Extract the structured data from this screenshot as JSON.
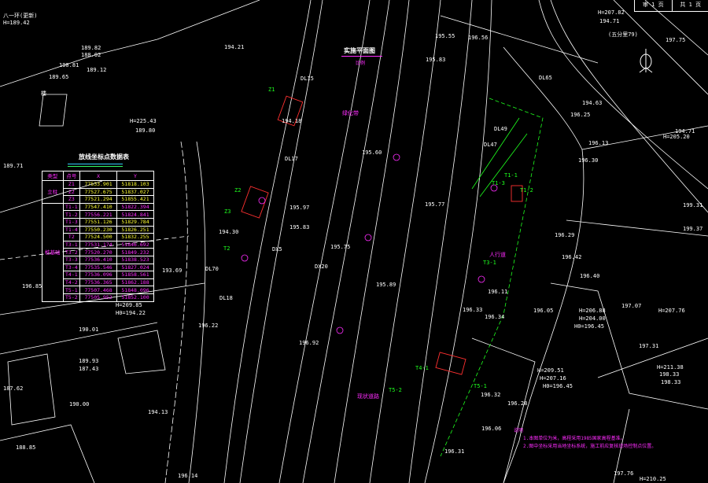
{
  "title_block": {
    "left": "审 1 页",
    "right": "共 1 页"
  },
  "scope": {
    "title": "实施平面图",
    "subtitle": "比例"
  },
  "table": {
    "title": "放线坐标点数据表",
    "headers": [
      "类型",
      "点号",
      "X",
      "Y"
    ],
    "groups": [
      {
        "label": "立柱",
        "rows": 3
      },
      {
        "label": "桩基础",
        "rows": 13
      }
    ],
    "rows": [
      {
        "pt": "Z1",
        "x": "77533.901",
        "y": "51818.103",
        "xc": "#ffff30",
        "yc": "#ffff30"
      },
      {
        "pt": "Z2",
        "x": "77527.675",
        "y": "51837.027",
        "xc": "#ffff30",
        "yc": "#ffff30"
      },
      {
        "pt": "Z3",
        "x": "77521.294",
        "y": "51855.421",
        "xc": "#ffff30",
        "yc": "#ffff30"
      },
      {
        "pt": "T1-1",
        "x": "77547.410",
        "y": "51822.394",
        "xc": "#ffff30",
        "yc": "#ff2cff"
      },
      {
        "pt": "T1-2",
        "x": "77556.221",
        "y": "51824.841",
        "xc": "#ff2cff",
        "yc": "#ff2cff"
      },
      {
        "pt": "T1-3",
        "x": "77551.126",
        "y": "51829.784",
        "xc": "#ffff30",
        "yc": "#ffff30"
      },
      {
        "pt": "T1-4",
        "x": "77550.230",
        "y": "51826.251",
        "xc": "#ffff30",
        "yc": "#ffff30"
      },
      {
        "pt": "T2",
        "x": "77524.500",
        "y": "51832.255",
        "xc": "#ffff30",
        "yc": "#ffff30"
      },
      {
        "pt": "T3-1",
        "x": "77531.174",
        "y": "51846.692",
        "xc": "#ff2cff",
        "yc": "#ff2cff"
      },
      {
        "pt": "T3-2",
        "x": "77520.270",
        "y": "51849.232",
        "xc": "#ff2cff",
        "yc": "#ff2cff"
      },
      {
        "pt": "T3-3",
        "x": "77536.410",
        "y": "51838.523",
        "xc": "#ff2cff",
        "yc": "#ff2cff"
      },
      {
        "pt": "T3-4",
        "x": "77535.546",
        "y": "51827.024",
        "xc": "#ff2cff",
        "yc": "#ff2cff"
      },
      {
        "pt": "T4-1",
        "x": "77536.096",
        "y": "51858.561",
        "xc": "#ff2cff",
        "yc": "#ff2cff"
      },
      {
        "pt": "T4-2",
        "x": "77536.365",
        "y": "51862.188",
        "xc": "#ff2cff",
        "yc": "#ff2cff"
      },
      {
        "pt": "T5-1",
        "x": "77507.468",
        "y": "51848.096",
        "xc": "#ff2cff",
        "yc": "#ff2cff"
      },
      {
        "pt": "T5-2",
        "x": "77505.952",
        "y": "51852.100",
        "xc": "#ff2cff",
        "yc": "#ff2cff"
      }
    ]
  },
  "notes": {
    "heading": "说明",
    "items": [
      "1.本图单位为米，高程采用1985国家高程基准。",
      "2.图中坐标采用当地坐标系统，施工前应复核现场控制点位置。"
    ]
  },
  "map_labels": [
    "八一环(更新)",
    "H=189.42",
    "189.82",
    "188.02",
    "190.81",
    "189.65",
    "189.12",
    "楼",
    "H=225.43",
    "189.80",
    "189.71",
    "194.21",
    "194.18",
    "194.30",
    "195.97",
    "195.83",
    "195.75",
    "195.60",
    "195.89",
    "196.56",
    "195.55",
    "195.83",
    "195.77",
    "196.13",
    "196.25",
    "196.30",
    "196.29",
    "196.42",
    "196.40",
    "196.11",
    "196.05",
    "196.34",
    "196.33",
    "196.32",
    "196.28",
    "196.31",
    "196.06",
    "197.07",
    "197.31",
    "198.33",
    "H=206.88",
    "H=204.00",
    "H0=196.45",
    "H=209.51",
    "H=207.16",
    "H0=196.45",
    "H=207.76",
    "H=211.38",
    "198.33",
    "H=207.82",
    "194.71",
    "(五分里79)",
    "197.75",
    "194.63",
    "194.71",
    "H=205.20",
    "199.31",
    "199.37",
    "H=209.85",
    "H0=194.22",
    "190.01",
    "189.93",
    "187.43",
    "187.62",
    "190.00",
    "188.85",
    "196.85",
    "196.14",
    "194.13",
    "193.69",
    "196.22",
    "196.92",
    "197.76",
    "H=210.25",
    "DL15",
    "DL17",
    "DL18",
    "DX5",
    "DX20",
    "DL49",
    "DL47",
    "DL65",
    "DL70",
    "Z1",
    "Z2",
    "Z3",
    "T1-1",
    "T1-2",
    "T1-3",
    "T2",
    "T3-1",
    "T4-1",
    "T5-1",
    "T5-2",
    "现状道路",
    "人行道",
    "绿化带"
  ],
  "colors": {
    "background": "#000000",
    "linework": "#ffffff",
    "design": "#ff2cff",
    "pile": "#1eff1e",
    "footing": "#ff3030"
  }
}
